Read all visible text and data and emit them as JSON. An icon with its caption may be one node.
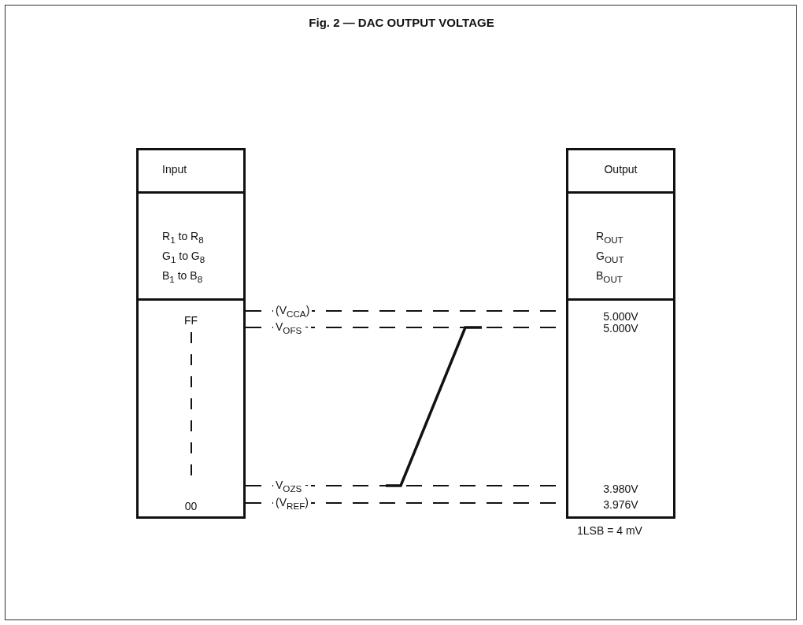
{
  "diagram": {
    "title": "Fig. 2 — DAC OUTPUT VOLTAGE",
    "nodes": [
      {
        "text": [],
        "shape": "box"
      },
      {
        "text": [
          "Input"
        ],
        "in": 0
      },
      {
        "text": [
          "R$_{1}$ to R$_{8}$ G$_{1}$ to G$_{8}$ B$_{1}$ to B$_{8}$"
        ],
        "in": 0
      },
      {
        "text": [
          "FF",
          "00"
        ],
        "in": 0
      },
      {
        "text": [],
        "shape": "box"
      },
      {
        "text": [
          "Output"
        ],
        "in": 4
      },
      {
        "text": [
          "R$_{OUT}$ G$_{OUT}$ B$_{OUT}$"
        ],
        "in": 4
      },
      {
        "text": [
          "5.000V",
          "5.000V",
          "3.980V",
          "3.976V"
        ],
        "in": 4
      }
    ],
    "edges": [
      {
        "from": 3,
        "to": 7,
        "arrow": "none",
        "style": "dashed",
        "label": "(V$_{CCA}$)"
      },
      {
        "from": 3,
        "to": 7,
        "arrow": "none",
        "style": "dashed",
        "label": "V$_{OFS}$ -"
      },
      {
        "from": 3,
        "to": 7,
        "arrow": "none",
        "style": "dashed",
        "label": "V$_{OZS}$ -"
      },
      {
        "from": 3,
        "to": 7,
        "arrow": "none",
        "style": "dashed",
        "label": "(V$_{REF}$)"
      }
    ],
    "labels": [
      "1LSB = 4 mV"
    ]
  }
}
